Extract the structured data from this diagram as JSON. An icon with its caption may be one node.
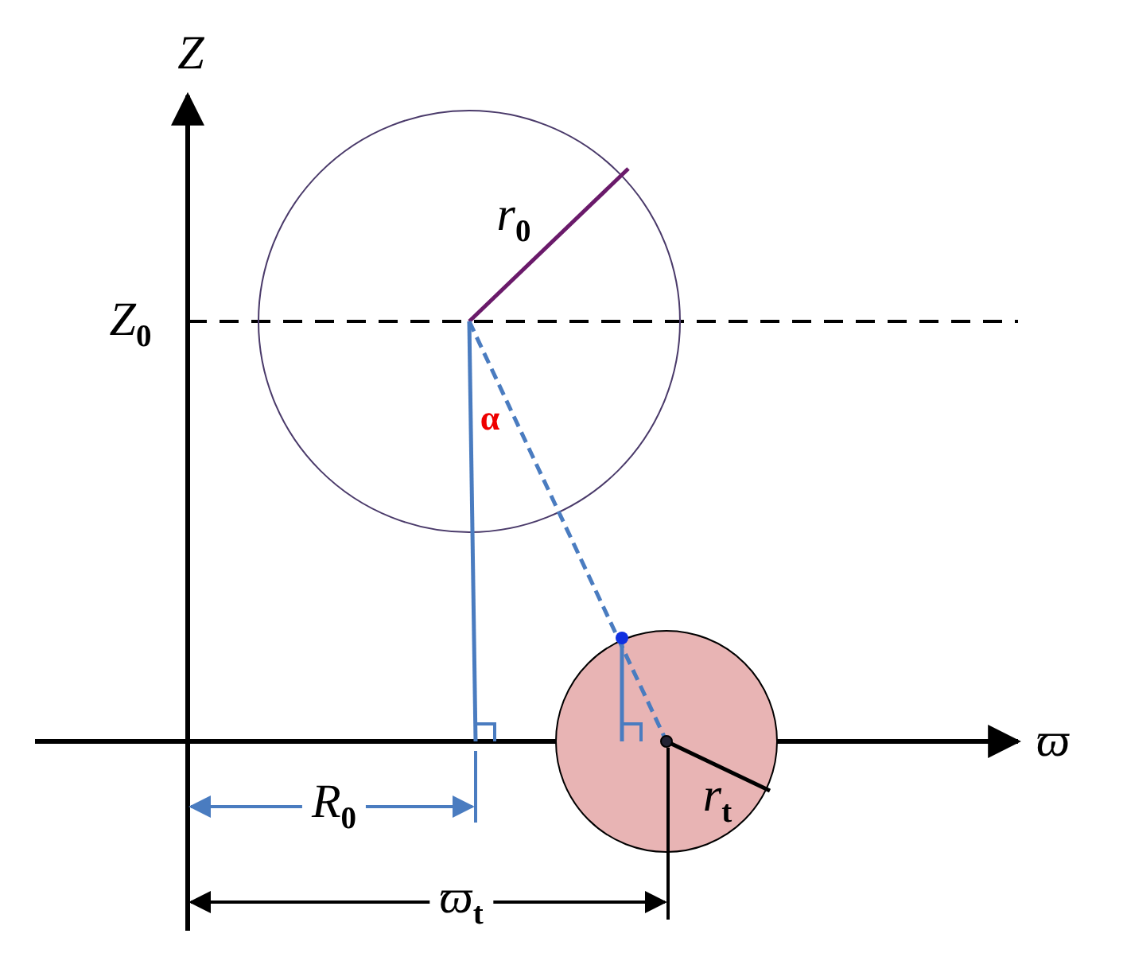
{
  "diagram": {
    "nodes": [
      {
        "text": [
          "r$_{0}$",
          "α"
        ]
      },
      {
        "text": [
          "r$_{t}$"
        ]
      }
    ],
    "labels": [
      "Z",
      "Z$_{0}$",
      "ϖ",
      "R$_{0}$",
      "ϖ$_{t}$"
    ]
  }
}
